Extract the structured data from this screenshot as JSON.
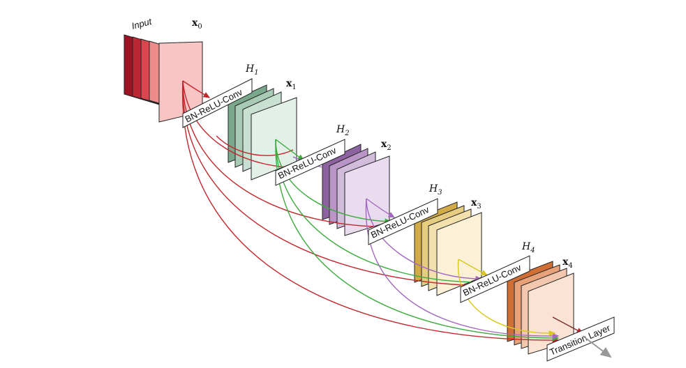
{
  "diagram": {
    "input_label": "Input",
    "layers": [
      {
        "x_name": "x",
        "x_sub": "0"
      },
      {
        "h_name": "H",
        "h_sub": "1",
        "block_label": "BN-ReLU-Conv",
        "x_name": "x",
        "x_sub": "1"
      },
      {
        "h_name": "H",
        "h_sub": "2",
        "block_label": "BN-ReLU-Conv",
        "x_name": "x",
        "x_sub": "2"
      },
      {
        "h_name": "H",
        "h_sub": "3",
        "block_label": "BN-ReLU-Conv",
        "x_name": "x",
        "x_sub": "3"
      },
      {
        "h_name": "H",
        "h_sub": "4",
        "block_label": "BN-ReLU-Conv",
        "x_name": "x",
        "x_sub": "4"
      }
    ],
    "transition_label": "Transition Layer",
    "colors": {
      "x0": [
        "#9b1424",
        "#bd2634",
        "#d9464e",
        "#ec8c8c",
        "#f8c4c4"
      ],
      "x1": [
        "#3f7456",
        "#7ba88c",
        "#a9cbb6",
        "#c8e0d1",
        "#e2f0e7"
      ],
      "x2": [
        "#5e2f6a",
        "#8d62a0",
        "#b895c6",
        "#d2bcdc",
        "#e9dcef"
      ],
      "x3": [
        "#a77d1c",
        "#d0ab48",
        "#e6cc80",
        "#f2e0ad",
        "#fbf1d6"
      ],
      "x4": [
        "#a2481c",
        "#cf6e35",
        "#e8a27a",
        "#f3c7ad",
        "#fbe3d4"
      ],
      "arrow_red": "#c0282c",
      "arrow_green": "#3daa3d",
      "arrow_purple": "#a367c0",
      "arrow_yellow": "#d9c61e"
    }
  }
}
